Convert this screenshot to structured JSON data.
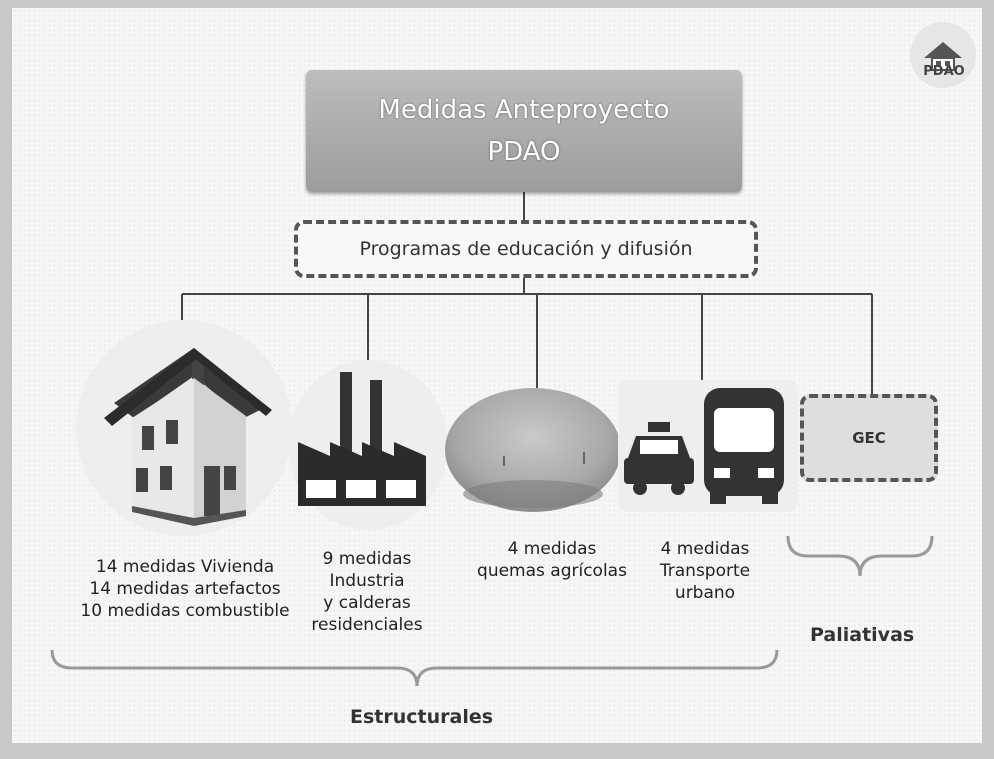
{
  "title": {
    "line1": "Medidas Anteproyecto",
    "line2": "PDAO"
  },
  "education_box": "Programas de educación y difusión",
  "logo": {
    "text": "PDAO"
  },
  "branches": [
    {
      "icon": "house-icon",
      "lines": [
        "14 medidas Vivienda",
        "14 medidas artefactos",
        "10 medidas combustible"
      ]
    },
    {
      "icon": "factory-icon",
      "lines": [
        "9 medidas",
        "Industria",
        "y calderas",
        "residenciales"
      ]
    },
    {
      "icon": "field-icon",
      "lines": [
        "4 medidas",
        "quemas agrícolas"
      ]
    },
    {
      "icon": "bus-taxi-icon",
      "lines": [
        "4 medidas",
        "Transporte",
        "urbano"
      ]
    },
    {
      "icon": "gec-box",
      "label": "GEC"
    }
  ],
  "groups": {
    "structural": "Estructurales",
    "palliative": "Paliativas"
  }
}
